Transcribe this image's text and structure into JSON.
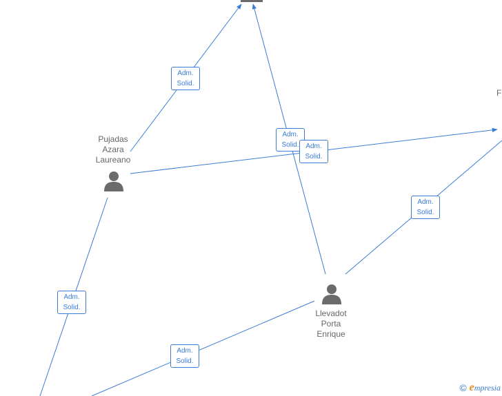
{
  "nodes": {
    "pujadas": {
      "name_lines": [
        "Pujadas",
        "Azara",
        "Laureano"
      ]
    },
    "llevadot": {
      "name_lines": [
        "Llevadot",
        "Porta",
        "Enrique"
      ]
    },
    "right_edge_label": "F"
  },
  "edges": [
    {
      "id": "e1",
      "label_lines": [
        "Adm.",
        "Solid."
      ]
    },
    {
      "id": "e2",
      "label_lines": [
        "Adm.",
        "Solid."
      ]
    },
    {
      "id": "e3",
      "label_lines": [
        "Adm.",
        "Solid."
      ]
    },
    {
      "id": "e4",
      "label_lines": [
        "Adm.",
        "Solid."
      ]
    },
    {
      "id": "e5",
      "label_lines": [
        "Adm.",
        "Solid."
      ]
    },
    {
      "id": "e6",
      "label_lines": [
        "Adm.",
        "Solid."
      ]
    }
  ],
  "watermark": {
    "copyright": "©",
    "brand_initial": "e",
    "brand_rest": "mpresia"
  },
  "colors": {
    "edge": "#3a7bd5",
    "node_icon": "#6b6b6b",
    "text": "#666666",
    "brand_orange": "#f08a1c"
  }
}
